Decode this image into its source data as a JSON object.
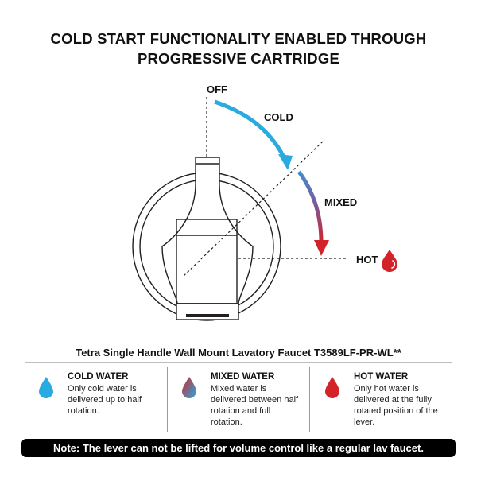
{
  "title_lines": [
    "COLD START FUNCTIONALITY ENABLED THROUGH",
    "PROGRESSIVE CARTRIDGE"
  ],
  "diagram": {
    "labels": {
      "off": "OFF",
      "cold": "COLD",
      "mixed": "MIXED",
      "hot": "HOT"
    },
    "colors": {
      "cold": "#29aae1",
      "hot": "#d2232a",
      "line": "#231f20"
    }
  },
  "subtitle": "Tetra Single Handle Wall Mount Lavatory Faucet T3589LF-PR-WL**",
  "legend": [
    {
      "heading": "COLD WATER",
      "lines": [
        "Only cold water is",
        "delivered up to half",
        "rotation."
      ],
      "icon": "cold-drop-icon"
    },
    {
      "heading": "MIXED WATER",
      "lines": [
        "Mixed water is",
        "delivered between half",
        "rotation and full",
        "rotation."
      ],
      "icon": "mixed-drop-icon"
    },
    {
      "heading": "HOT WATER",
      "lines": [
        "Only hot water is",
        "delivered at the fully",
        "rotated position of the",
        "lever."
      ],
      "icon": "hot-drop-icon"
    }
  ],
  "note": "Note: The lever can not be lifted for volume control like a regular lav faucet."
}
